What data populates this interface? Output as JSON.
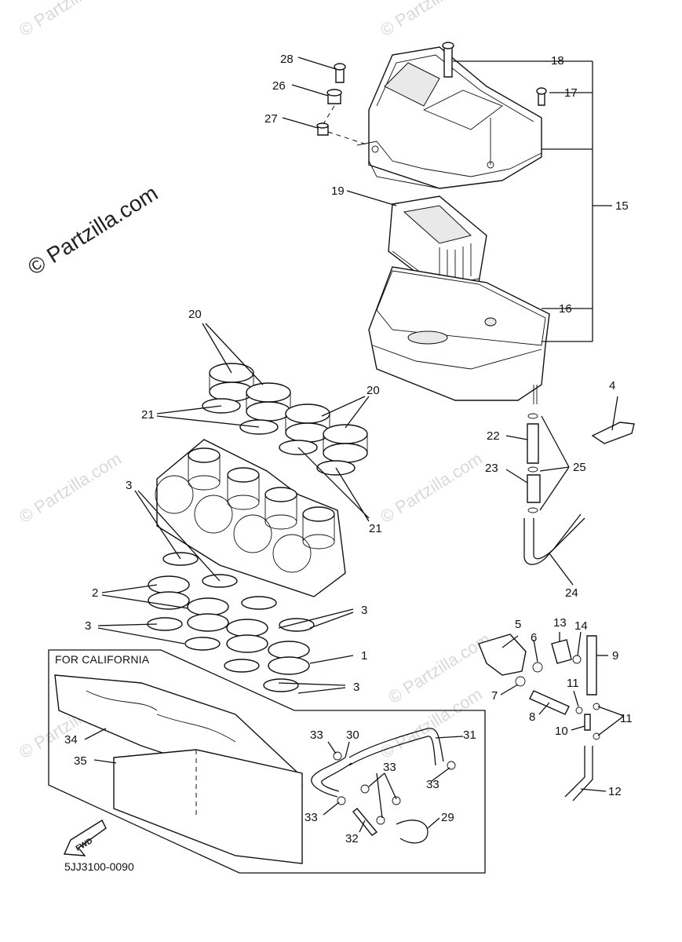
{
  "watermark": "© Partzilla.com",
  "watermark_main": "© Partzilla.com",
  "california_label": "FOR CALIFORNIA",
  "fwd_label": "FWD",
  "reference": "5JJ3100-0090",
  "callouts": {
    "c1": "1",
    "c2": "2",
    "c3": "3",
    "c4": "4",
    "c5": "5",
    "c6": "6",
    "c7": "7",
    "c8": "8",
    "c9": "9",
    "c10": "10",
    "c11": "11",
    "c12": "12",
    "c13": "13",
    "c14": "14",
    "c15": "15",
    "c16": "16",
    "c17": "17",
    "c18": "18",
    "c19": "19",
    "c20": "20",
    "c21": "21",
    "c22": "22",
    "c23": "23",
    "c24": "24",
    "c25": "25",
    "c26": "26",
    "c27": "27",
    "c28": "28",
    "c29": "29",
    "c30": "30",
    "c31": "31",
    "c32": "32",
    "c33": "33",
    "c34": "34",
    "c35": "35"
  }
}
